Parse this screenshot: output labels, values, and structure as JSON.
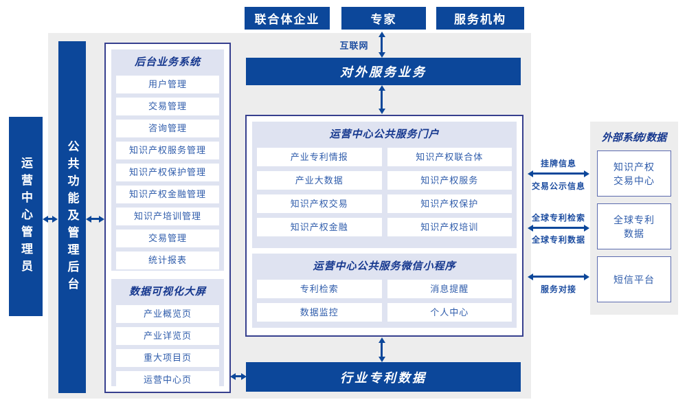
{
  "colors": {
    "primary_blue": "#0c479a",
    "background_gray": "#ededed",
    "panel_lavender": "#dfe3f1",
    "box_border_navy": "#363f8e",
    "item_text_blue": "#2f5cab",
    "label_blue": "#1d4da0"
  },
  "top_entities": [
    "联合体企业",
    "专家",
    "服务机构"
  ],
  "labels": {
    "internet": "互联网"
  },
  "bars": {
    "external_service": "对外服务业务",
    "industry_patent": "行业专利数据"
  },
  "left_rail": {
    "admin": "运营中心管理员",
    "backend": "公共功能及管理后台"
  },
  "left_column": {
    "backend_system": {
      "title": "后台业务系统",
      "items": [
        "用户管理",
        "交易管理",
        "咨询管理",
        "知识产权服务管理",
        "知识产权保护管理",
        "知识产权金融管理",
        "知识产培训管理",
        "交易管理",
        "统计报表"
      ]
    },
    "data_visualization": {
      "title": "数据可视化大屏",
      "items": [
        "产业概览页",
        "产业详览页",
        "重大项目页",
        "运营中心页"
      ]
    }
  },
  "center": {
    "portal": {
      "title": "运营中心公共服务门户",
      "rows": [
        {
          "left": "产业专利情报",
          "right": "知识产权联合体"
        },
        {
          "left": "产业大数据",
          "right": "知识产权服务"
        },
        {
          "left": "知识产权交易",
          "right": "知识产权保护"
        },
        {
          "left": "知识产权金融",
          "right": "知识产权培训"
        }
      ]
    },
    "miniprogram": {
      "title": "运营中心公共服务微信小程序",
      "rows": [
        {
          "left": "专利检索",
          "right": "消息提醒"
        },
        {
          "left": "数据监控",
          "right": "个人中心"
        }
      ]
    }
  },
  "external": {
    "title": "外部系统/数据",
    "systems": [
      {
        "line1": "知识产权",
        "line2": "交易中心"
      },
      {
        "line1": "全球专利",
        "line2": "数据"
      },
      {
        "line1": "短信平台",
        "line2": ""
      }
    ],
    "links": [
      {
        "top": "挂牌信息",
        "bottom": "交易公示信息"
      },
      {
        "top": "全球专利检索",
        "bottom": "全球专利数据"
      },
      {
        "top": "",
        "bottom": "服务对接"
      }
    ]
  }
}
